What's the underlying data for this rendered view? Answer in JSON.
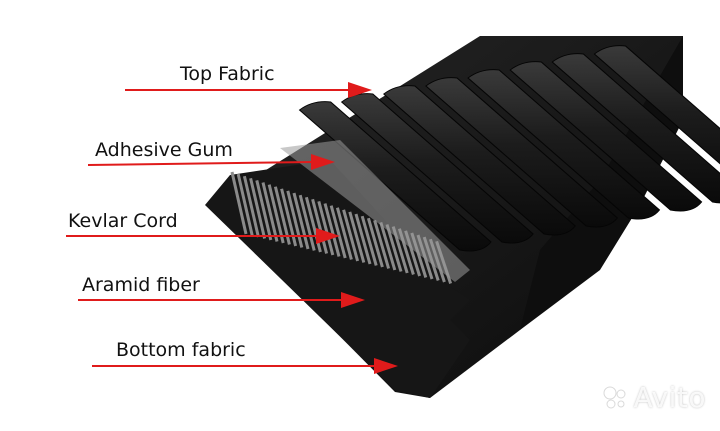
{
  "diagram": {
    "labels": [
      {
        "id": "top-fabric",
        "text": "Top Fabric"
      },
      {
        "id": "adhesive-gum",
        "text": "Adhesive Gum"
      },
      {
        "id": "kevlar-cord",
        "text": "Kevlar Cord"
      },
      {
        "id": "aramid-fiber",
        "text": "Aramid fiber"
      },
      {
        "id": "bottom-fabric",
        "text": "Bottom fabric"
      }
    ],
    "arrow_color": "#e01b1b",
    "belt_color": "#151515",
    "cord_color": "#8a8a8a"
  },
  "watermark": {
    "text": "Avito"
  }
}
